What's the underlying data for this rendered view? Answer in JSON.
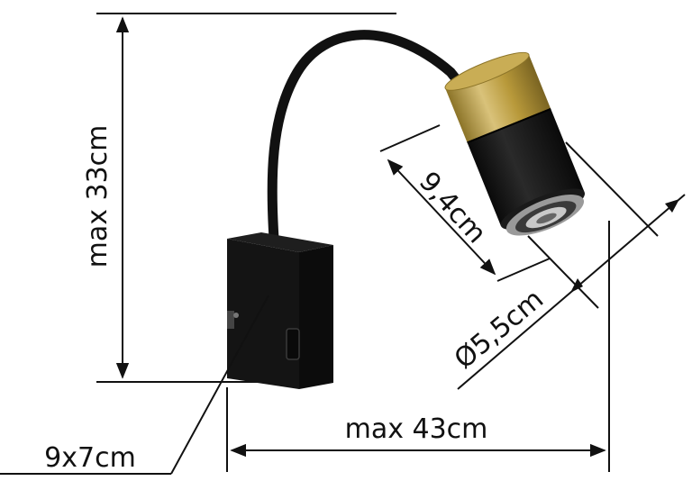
{
  "dimensions": {
    "height": "max 33cm",
    "width": "max 43cm",
    "head_length": "9,4cm",
    "head_diameter": "Ø5,5cm",
    "base_size": "9x7cm"
  },
  "colors": {
    "background": "#ffffff",
    "line": "#111111",
    "body_black": "#141414",
    "brass": "#b8993a",
    "brass_highlight": "#d9c27a",
    "chrome": "#9a9a9a"
  }
}
